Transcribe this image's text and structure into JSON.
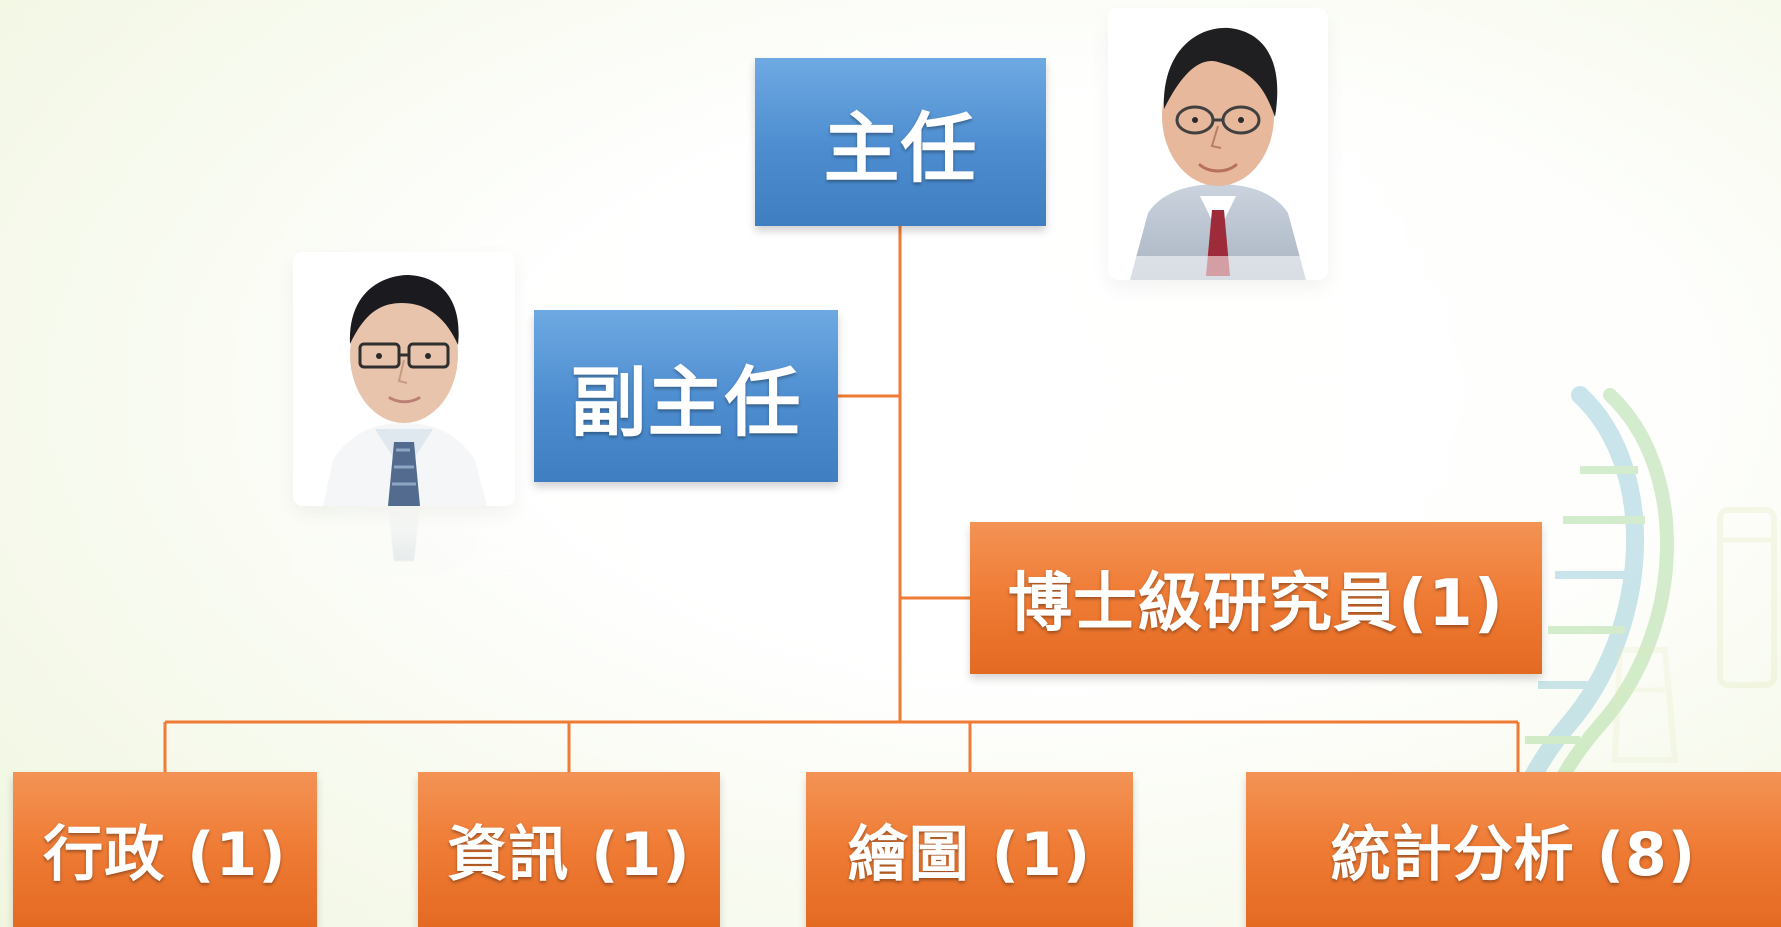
{
  "diagram": {
    "director": "主任",
    "deputy_director": "副主任",
    "postdoc": "博士級研究員(1)",
    "administration": "行政 (1)",
    "information": "資訊 (1)",
    "graphics": "繪圖 (1)",
    "statistics": "統計分析 (8)"
  },
  "colors": {
    "blue_box": "#4c8ccf",
    "orange_box": "#ef7b34",
    "connector": "#ef7b34"
  },
  "icons": [
    "director-portrait",
    "deputy-director-portrait",
    "dna-helix-decoration",
    "lab-glassware-decoration"
  ]
}
